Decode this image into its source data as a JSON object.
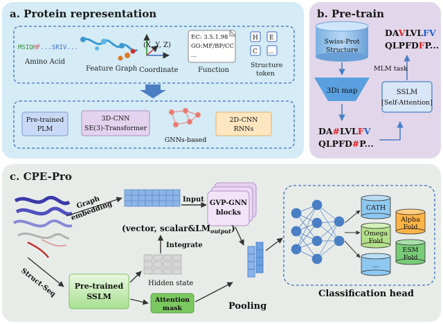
{
  "panel_a": {
    "title": "a. Protein representation",
    "seq_part1": "MSIQ",
    "seq_part2": "HF",
    "seq_part3": "...SRIV...",
    "amino_acid_label": "Amino Acid",
    "feature_graph_label": "Feature Graph",
    "coordinate_xyz": "(X, Y, Z)",
    "coordinate_label": "Coordinate",
    "function_lines": [
      "EC: 3.5.1.98",
      "GO:MF/BP/CC",
      "..."
    ],
    "function_label": "Function",
    "structure_tokens": [
      "H",
      "E",
      "C",
      "..."
    ],
    "structure_token_label": [
      "Structure",
      "token"
    ],
    "methods": {
      "plm": [
        "Pre-trained",
        "PLM"
      ],
      "cnn3d": [
        "3D-CNN",
        "SE(3)-Transformer"
      ],
      "gnn": "GNNs-based",
      "cnn2d": [
        "2D-CNN",
        "RNNs"
      ]
    }
  },
  "panel_b": {
    "title": "b. Pre-train",
    "db_label": [
      "Swiss-Prot",
      "Structure"
    ],
    "map_label": "3Di map",
    "out_seq1": [
      "DA",
      "V",
      "LVL",
      "F",
      "V"
    ],
    "out_seq2": [
      "QLPFD",
      "F",
      "P..."
    ],
    "masked_seq1": [
      "DA",
      "#",
      "LVL",
      "F",
      "V"
    ],
    "masked_seq2": [
      "QLPFD",
      "#",
      "P..."
    ],
    "mlm_task": "MLM task",
    "sslm_label": [
      "SSLM",
      "[Self-Attention]"
    ]
  },
  "panel_c": {
    "title": "c. CPE-Pro",
    "graph_embedding": [
      "Graph",
      "embedding"
    ],
    "input_label": "Input",
    "gvp_label": [
      "GVP-GNN",
      "blocks"
    ],
    "vector_formula": "(vector, scalar&LM",
    "vector_subscript": "output",
    "integrate_label": "Integrate",
    "struct_seq": "Struct-Seq",
    "sslm_label": [
      "Pre-trained",
      "SSLM"
    ],
    "hidden_state": "Hidden state",
    "attention_mask": [
      "Attention",
      "mask"
    ],
    "pooling": "Pooling",
    "classification_head": "Classification head",
    "databases": [
      {
        "name": [
          "CATH"
        ],
        "color": "#8ec8f0"
      },
      {
        "name": [
          "Alpha",
          "Fold"
        ],
        "color": "#ffb347"
      },
      {
        "name": [
          "Omega",
          "Fold"
        ],
        "color": "#b5e08a"
      },
      {
        "name": [
          "ESM",
          "Fold"
        ],
        "color": "#78cc78"
      },
      {
        "name": [
          "..."
        ],
        "color": "#8ec8f0"
      }
    ]
  },
  "colors": {
    "panel_a_bg": "#d5ebf5",
    "panel_b_bg": "#e2d7ea",
    "panel_c_bg": "#e8ece9",
    "arrow_blue": "#4a7fc4",
    "plm_fill": "#c9d9f5",
    "cnn3d_fill": "#e3d3ef",
    "cnn2d_fill": "#fde6c0",
    "red_highlight": "#e02020",
    "blue_highlight": "#1f5fd0"
  }
}
